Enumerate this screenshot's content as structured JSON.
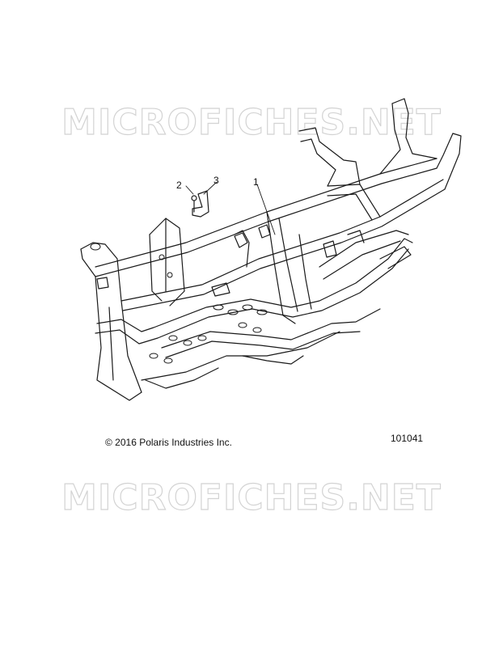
{
  "watermark": {
    "text": "MICROFICHES.NET"
  },
  "callouts": {
    "one": "1",
    "two": "2",
    "three": "3"
  },
  "footer": {
    "copyright": "© 2016 Polaris Industries Inc.",
    "figure_number": "101041"
  }
}
